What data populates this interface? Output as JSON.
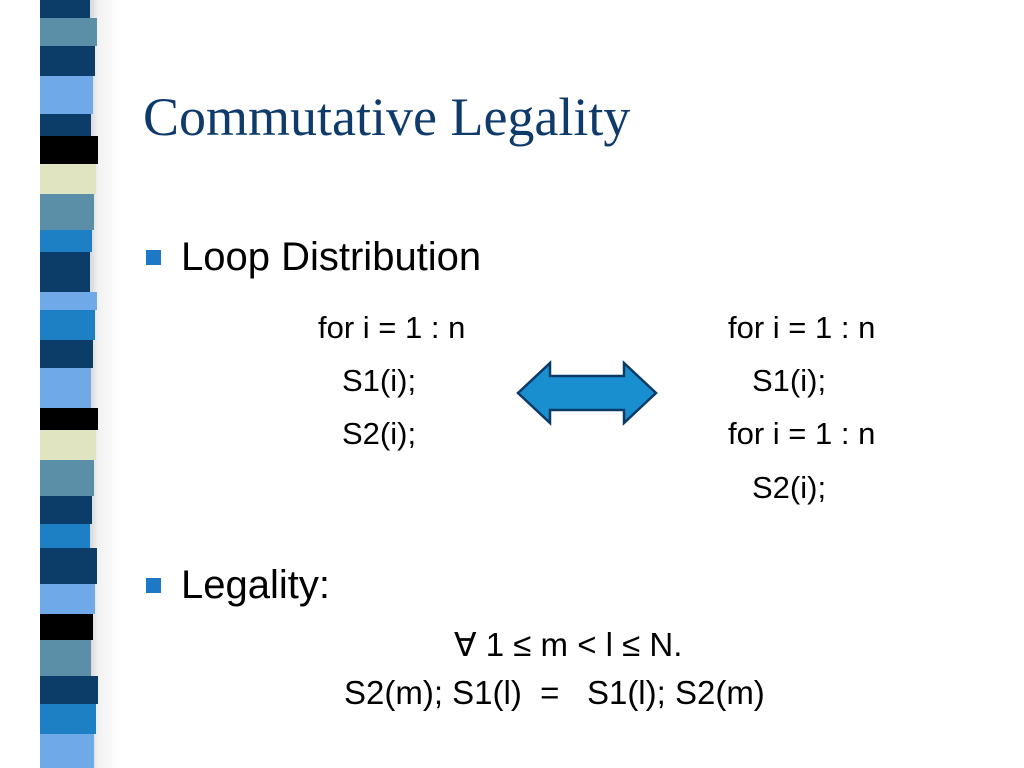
{
  "slide": {
    "title": "Commutative Legality",
    "bullets": [
      {
        "text": "Loop Distribution"
      },
      {
        "text": "Legality:"
      }
    ],
    "left_code": [
      "for i = 1 : n",
      "S1(i);",
      "S2(i);"
    ],
    "right_code": [
      "for i = 1 : n",
      "S1(i);",
      "for i = 1 : n",
      "S2(i);"
    ],
    "arrow_icon": "double-headed-arrow",
    "legality_condition": "∀ 1 ≤ m < l ≤ N.",
    "legality_equation": "S2(m); S1(l)  =   S1(l); S2(m)"
  },
  "colors": {
    "title": "#0f3b6b",
    "bullet": "#1e78c8",
    "arrow_fill": "#1a8fd0",
    "arrow_stroke": "#0a3a66",
    "stripe": [
      "#5b8fa8",
      "#1d7fc4",
      "#0c3d68",
      "#6fa9e8",
      "#000000",
      "#e0e4c0",
      "#4f7fa0",
      "#22aedc"
    ]
  }
}
